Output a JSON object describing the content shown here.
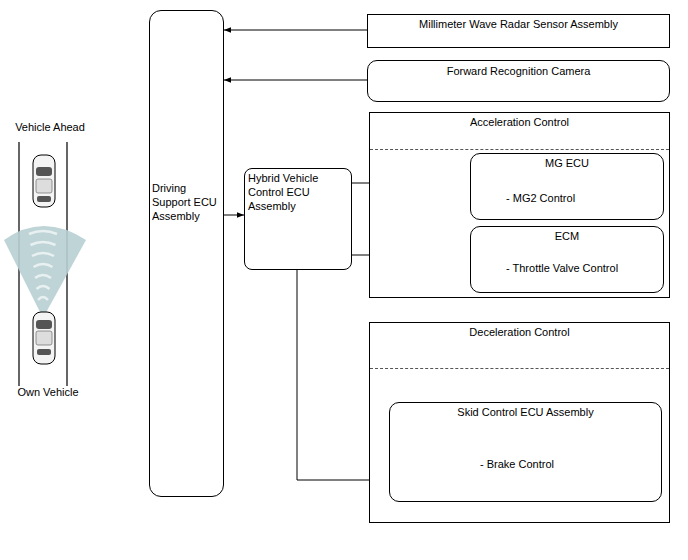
{
  "diagram": {
    "nodes": [
      {
        "text": [
          "Millimeter Wave Radar Sensor Assembly"
        ]
      },
      {
        "text": [
          "Forward Recognition Camera"
        ]
      },
      {
        "text": [
          "Driving Support ECU Assembly"
        ]
      },
      {
        "text": [
          "Hybrid Vehicle Control ECU Assembly"
        ]
      },
      {
        "text": [
          "Acceleration Control"
        ]
      },
      {
        "text": [
          "MG ECU",
          "- MG2 Control"
        ],
        "in": 4
      },
      {
        "text": [
          "ECM",
          "- Throttle Valve Control"
        ],
        "in": 4
      },
      {
        "text": [
          "Deceleration Control"
        ]
      },
      {
        "text": [
          "Skid Control ECU Assembly",
          "- Brake Control"
        ],
        "in": 7
      }
    ],
    "edges": [
      {
        "from": 0,
        "to": 2,
        "arrow": "to"
      },
      {
        "from": 1,
        "to": 2,
        "arrow": "to"
      },
      {
        "from": 2,
        "to": 3,
        "arrow": "to"
      },
      {
        "from": 3,
        "to": 5,
        "arrow": "to"
      },
      {
        "from": 3,
        "to": 6,
        "arrow": "to"
      },
      {
        "from": 3,
        "to": 8,
        "arrow": "to"
      }
    ],
    "labels": [
      "Vehicle Ahead",
      "Own Vehicle"
    ]
  }
}
